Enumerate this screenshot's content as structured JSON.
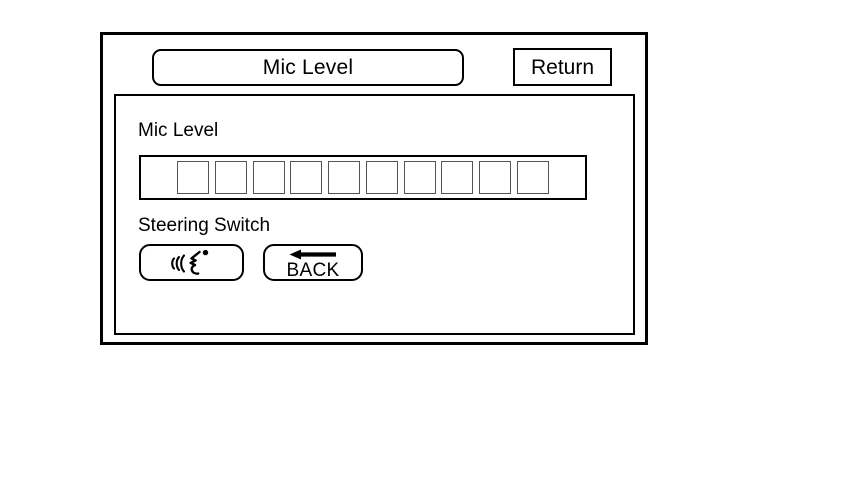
{
  "screen": {
    "title": "Mic Level",
    "return_label": "Return",
    "frame_color": "#000000",
    "background_color": "#ffffff"
  },
  "content": {
    "mic_level": {
      "label": "Mic Level",
      "meter": {
        "segment_count": 10,
        "segments_lit": 0,
        "segment_states": [
          false,
          false,
          false,
          false,
          false,
          false,
          false,
          false,
          false,
          false
        ]
      }
    },
    "steering_switch": {
      "label": "Steering Switch",
      "buttons": [
        {
          "name": "talk",
          "icon": "voice-talk-icon",
          "label": ""
        },
        {
          "name": "back",
          "icon": "arrow-left-icon",
          "label": "BACK"
        }
      ]
    }
  }
}
